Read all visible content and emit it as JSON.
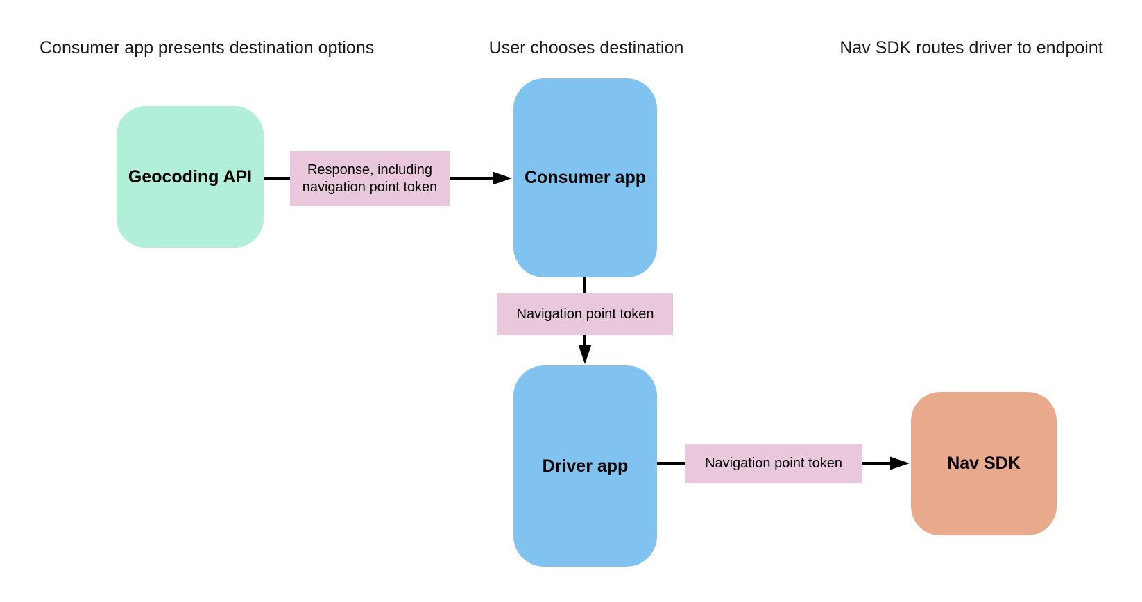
{
  "diagram": {
    "columns": [
      {
        "title": "Consumer app presents destination options"
      },
      {
        "title": "User chooses destination"
      },
      {
        "title": "Nav SDK routes driver to endpoint"
      }
    ],
    "nodes": [
      {
        "id": "geocoding-api",
        "label": "Geocoding API",
        "color": "#B1EFD8"
      },
      {
        "id": "consumer-app",
        "label": "Consumer app",
        "color": "#80C3F1"
      },
      {
        "id": "driver-app",
        "label": "Driver app",
        "color": "#80C3F1"
      },
      {
        "id": "nav-sdk",
        "label": "Nav SDK",
        "color": "#E8A98D"
      }
    ],
    "edges": [
      {
        "from": "geocoding-api",
        "to": "consumer-app",
        "label": "Response, including navigation point token"
      },
      {
        "from": "consumer-app",
        "to": "driver-app",
        "label": "Navigation point token"
      },
      {
        "from": "driver-app",
        "to": "nav-sdk",
        "label": "Navigation point token"
      }
    ],
    "colors": {
      "edge_label_bg": "#EAC8DC",
      "arrow": "#000000",
      "background": "#FFFFFF",
      "heading_text": "#1A1A1A",
      "node_text": "#000000"
    }
  }
}
